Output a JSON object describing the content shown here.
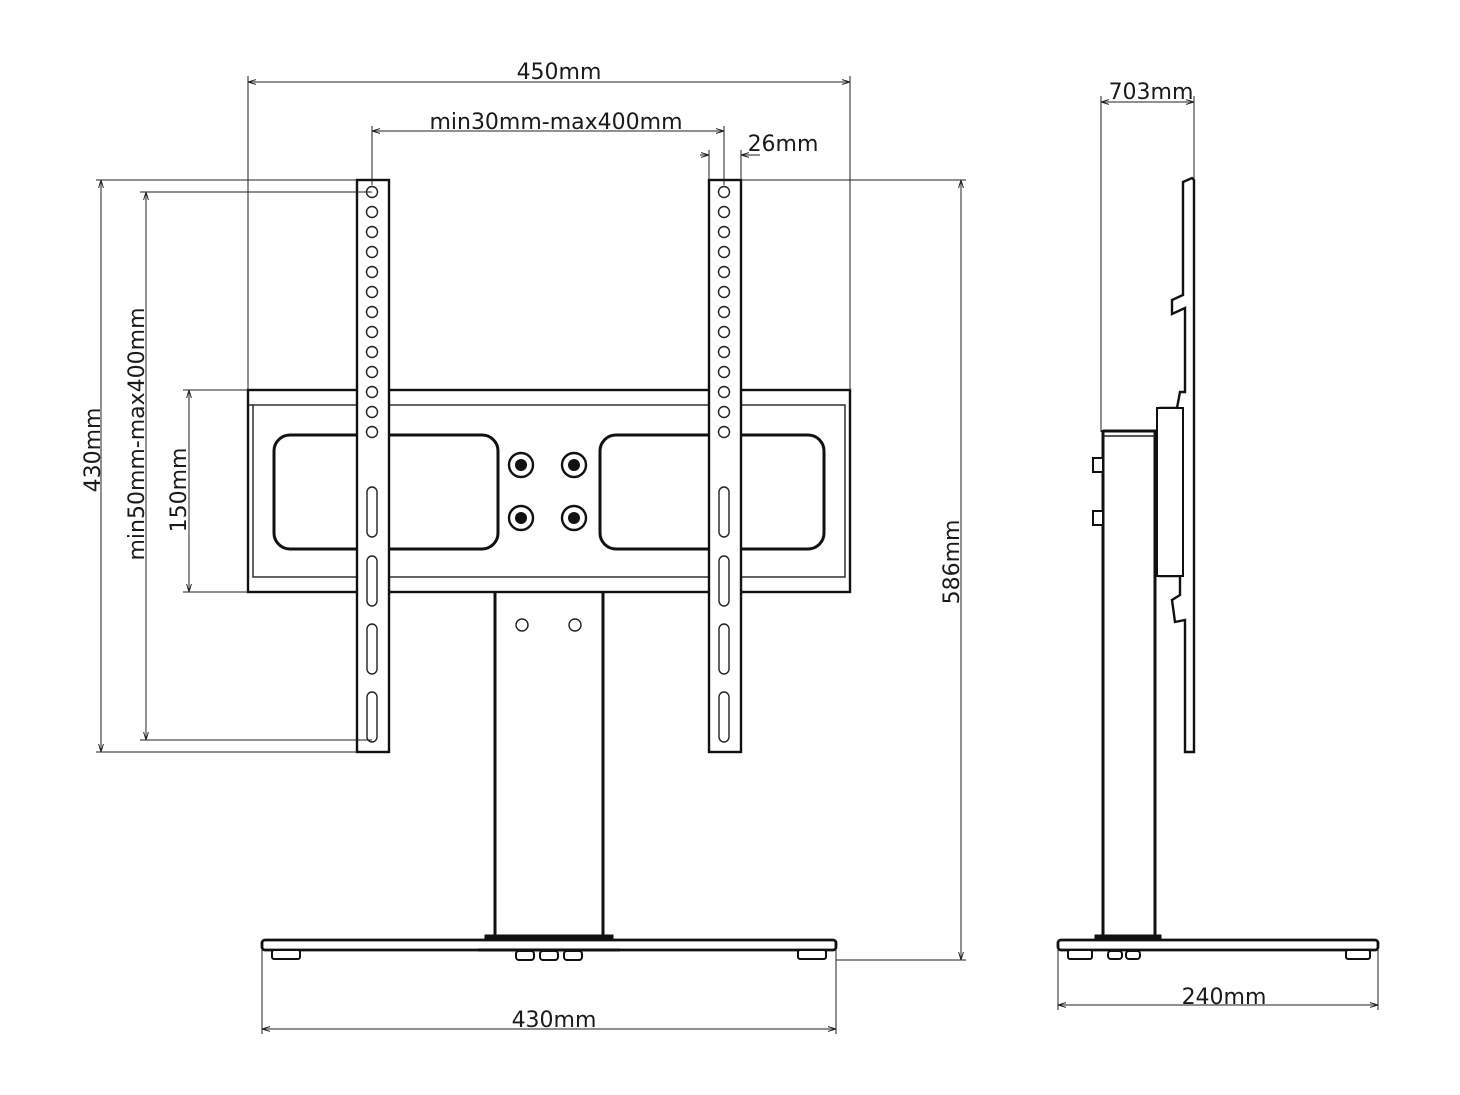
{
  "dimensions": {
    "overall_width": "450mm",
    "vesa_horizontal": "min30mm-max400mm",
    "bracket_width": "26mm",
    "side_depth": "703mm",
    "bracket_height": "430mm",
    "vesa_vertical": "min50mm-max400mm",
    "plate_height": "150mm",
    "total_height": "586mm",
    "base_width": "430mm",
    "base_depth": "240mm"
  }
}
